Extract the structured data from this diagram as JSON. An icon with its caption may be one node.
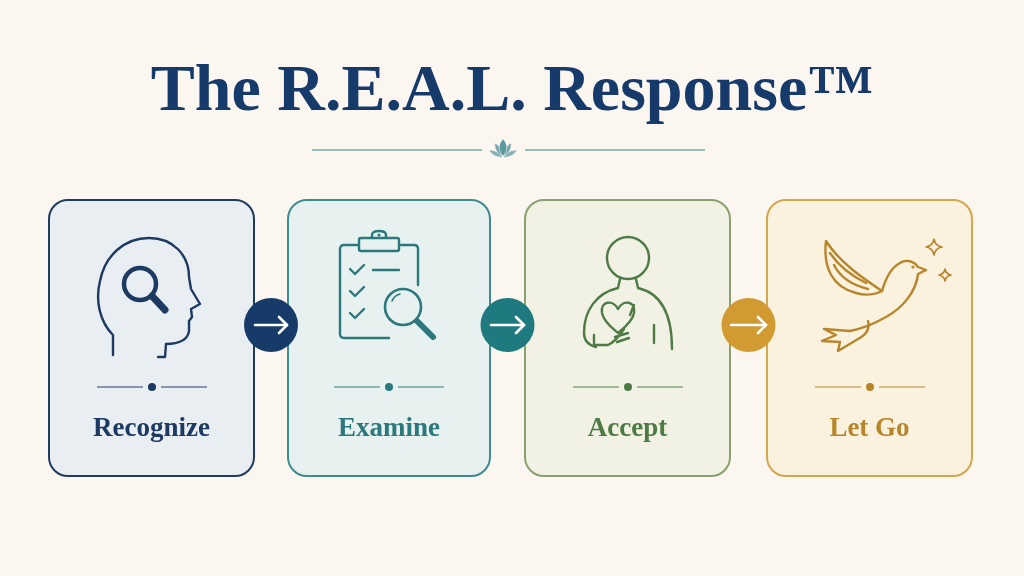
{
  "diagram": {
    "title": "The R.E.A.L. Response™",
    "nodes": [
      {
        "text": [
          "Recognize"
        ]
      },
      {
        "text": [
          "Examine"
        ]
      },
      {
        "text": [
          "Accept"
        ]
      },
      {
        "text": [
          "Let Go"
        ]
      }
    ],
    "edges": [
      {
        "from": 0,
        "to": 1,
        "arrow": "to"
      },
      {
        "from": 1,
        "to": 2,
        "arrow": "to"
      },
      {
        "from": 2,
        "to": 3,
        "arrow": "to"
      }
    ]
  }
}
